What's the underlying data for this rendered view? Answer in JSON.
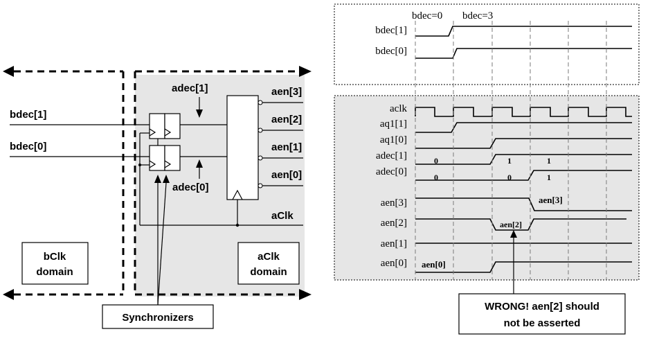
{
  "schematic": {
    "inputs": [
      "bdec[1]",
      "bdec[0]"
    ],
    "sync_labels": [
      "adec[1]",
      "adec[0]"
    ],
    "outputs": [
      "aen[3]",
      "aen[2]",
      "aen[1]",
      "aen[0]"
    ],
    "clock": "aClk",
    "domain_b": [
      "bClk",
      "domain"
    ],
    "domain_a": [
      "aClk",
      "domain"
    ],
    "callout": "Synchronizers"
  },
  "timing_b": {
    "markers": [
      "bdec=0",
      "bdec=3"
    ],
    "signals": [
      "bdec[1]",
      "bdec[0]"
    ]
  },
  "timing_a": {
    "signals": [
      "aclk",
      "aq1[1]",
      "aq1[0]",
      "adec[1]",
      "adec[0]",
      "aen[3]",
      "aen[2]",
      "aen[1]",
      "aen[0]"
    ],
    "values": {
      "adec1": [
        "0",
        "1",
        "1"
      ],
      "adec0": [
        "0",
        "0",
        "1"
      ],
      "aen3": "aen[3]",
      "aen2": "aen[2]",
      "aen0": "aen[0]"
    }
  },
  "callout_wrong": [
    "WRONG! aen[2] should",
    "not be asserted"
  ],
  "colors": {
    "panel_gray": "#e6e6e6",
    "line": "#000000",
    "dash": "#7a7a7a"
  }
}
